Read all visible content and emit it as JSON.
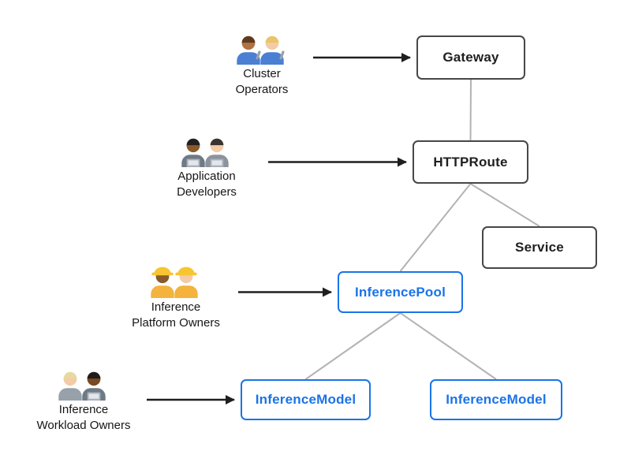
{
  "nodes": [
    {
      "id": "gateway",
      "label": "Gateway",
      "style": "standard"
    },
    {
      "id": "httproute",
      "label": "HTTPRoute",
      "style": "standard"
    },
    {
      "id": "service",
      "label": "Service",
      "style": "standard"
    },
    {
      "id": "inference-pool",
      "label": "InferencePool",
      "style": "accent"
    },
    {
      "id": "inference-model-1",
      "label": "InferenceModel",
      "style": "accent"
    },
    {
      "id": "inference-model-2",
      "label": "InferenceModel",
      "style": "accent"
    }
  ],
  "edges": [
    {
      "from": "gateway",
      "to": "httproute"
    },
    {
      "from": "httproute",
      "to": "service"
    },
    {
      "from": "httproute",
      "to": "inference-pool"
    },
    {
      "from": "inference-pool",
      "to": "inference-model-1"
    },
    {
      "from": "inference-pool",
      "to": "inference-model-2"
    }
  ],
  "actors": [
    {
      "id": "cluster-operators",
      "label": "Cluster\nOperators",
      "icon": "mechanics-icon",
      "links_to": "gateway",
      "persons": [
        {
          "skin": "#b07244",
          "hair": "#5f3b1d",
          "shirt": "#4a7fd4",
          "wrench": true
        },
        {
          "skin": "#f3cba6",
          "hair": "#e9c46a",
          "shirt": "#4a7fd4",
          "wrench": true
        }
      ]
    },
    {
      "id": "application-developers",
      "label": "Application\nDevelopers",
      "icon": "technologists-icon",
      "links_to": "httproute",
      "persons": [
        {
          "skin": "#8a5a2b",
          "hair": "#23201e",
          "shirt": "#6f7a85",
          "laptop": true
        },
        {
          "skin": "#f3cba6",
          "hair": "#3a3330",
          "shirt": "#8b949d",
          "laptop": true
        }
      ]
    },
    {
      "id": "inference-platform-owners",
      "label": "Inference\nPlatform Owners",
      "icon": "construction-workers-icon",
      "links_to": "inference-pool",
      "persons": [
        {
          "skin": "#8a5a2b",
          "hair": "#23201e",
          "shirt": "#f3b33d",
          "hat": "#f7c531"
        },
        {
          "skin": "#f3cba6",
          "hair": "#caa258",
          "shirt": "#f3b33d",
          "hat": "#f7c531"
        }
      ]
    },
    {
      "id": "inference-workload-owners",
      "label": "Inference\nWorkload Owners",
      "icon": "workload-owners-icon",
      "links_to": "inference-model-1",
      "persons": [
        {
          "skin": "#f3cba6",
          "hair": "#e8d9a0",
          "shirt": "#98a1aa"
        },
        {
          "skin": "#7a4a21",
          "hair": "#1f1c1a",
          "shirt": "#6f7a85",
          "laptop": true
        }
      ]
    }
  ],
  "colors": {
    "accent": "#1a73e8",
    "node_border": "#474747",
    "node_text": "#1f1f1f",
    "connector": "#b3b3b3",
    "arrow": "#1f1f1f",
    "background": "#ffffff"
  }
}
